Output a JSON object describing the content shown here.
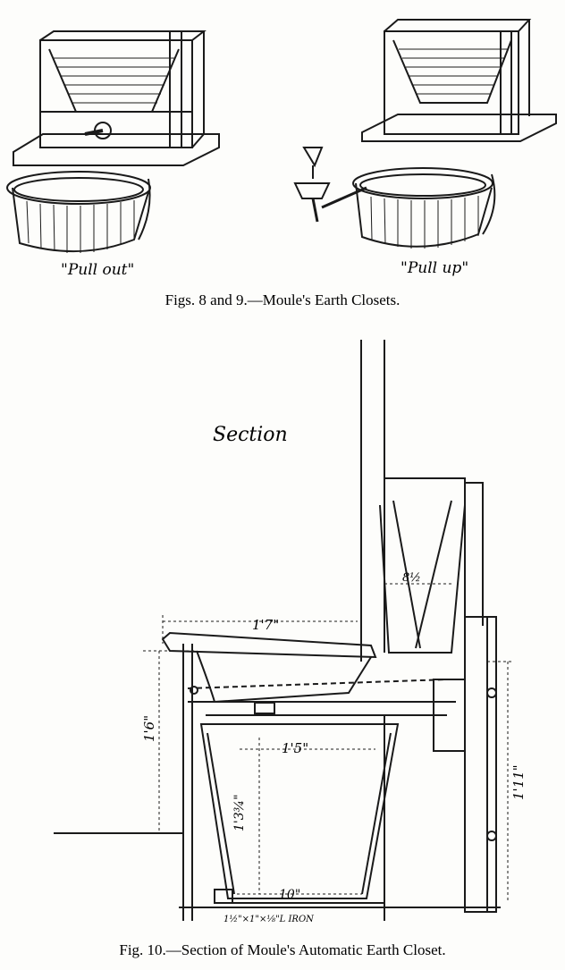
{
  "figures_top": {
    "label_left": "\"Pull out\"",
    "label_right": "\"Pull up\"",
    "caption": "Figs. 8 and 9.—Moule's Earth Closets."
  },
  "figure_bottom": {
    "section_label": "Section",
    "dims": {
      "seat_width": "1'7\"",
      "hopper_width": "8½",
      "seat_height": "1'6\"",
      "pail_top": "1'5\"",
      "pail_depth": "1'3¾\"",
      "total_height": "1'11\"",
      "pail_bottom": "10\"",
      "iron_note": "1½\"×1\"×⅛\"L IRON"
    },
    "caption": "Fig. 10.—Section of Moule's Automatic Earth Closet."
  }
}
